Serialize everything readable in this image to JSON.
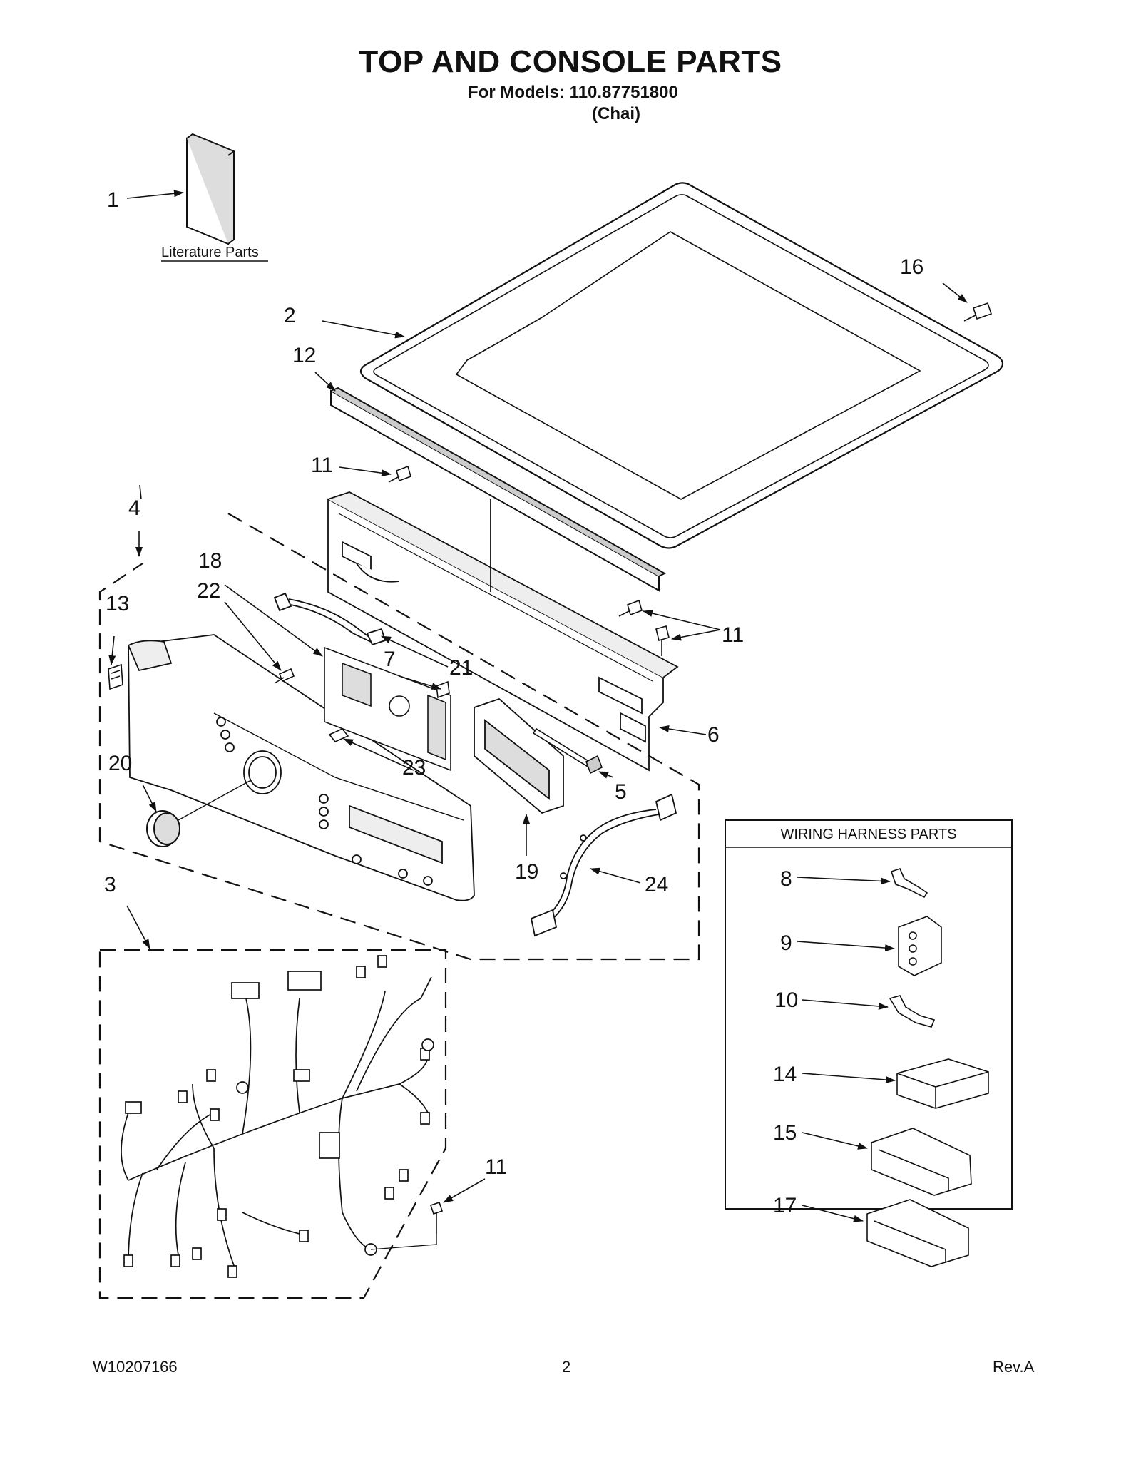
{
  "header": {
    "title": "TOP AND CONSOLE PARTS",
    "models_line": "For Models: 110.87751800",
    "variant": "(Chai)"
  },
  "labels": {
    "literature_parts": "Literature Parts",
    "wiring_harness_parts": "WIRING HARNESS PARTS"
  },
  "callouts": [
    "1",
    "2",
    "3",
    "4",
    "5",
    "6",
    "7",
    "8",
    "9",
    "10",
    "11",
    "12",
    "13",
    "14",
    "15",
    "16",
    "17",
    "18",
    "19",
    "20",
    "21",
    "22",
    "23",
    "24"
  ],
  "footer": {
    "doc_number": "W10207166",
    "page_number": "2",
    "revision": "Rev.A"
  }
}
